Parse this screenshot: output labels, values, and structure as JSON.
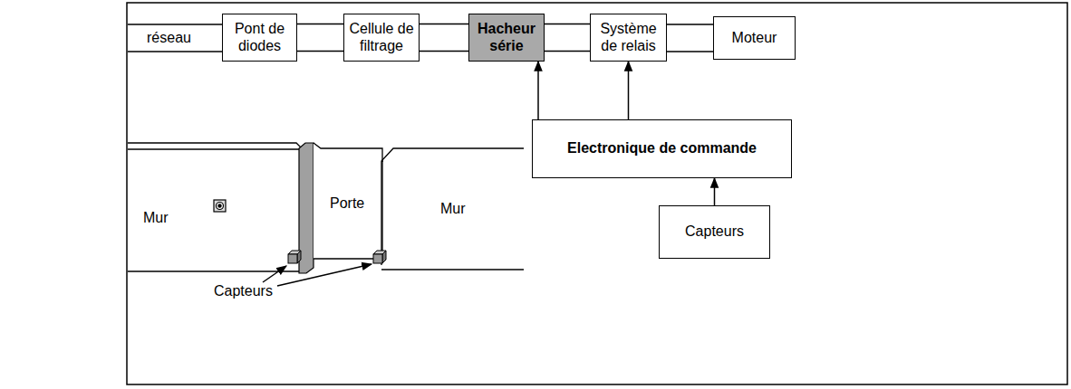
{
  "diagram": {
    "nodes": [
      {
        "text": [
          "Pont de diodes"
        ]
      },
      {
        "text": [
          "Cellule de filtrage"
        ]
      },
      {
        "text": [
          "Hacheur série"
        ]
      },
      {
        "text": [
          "Système de relais"
        ]
      },
      {
        "text": [
          "Moteur"
        ]
      },
      {
        "text": [
          "Electronique de commande"
        ]
      },
      {
        "text": [
          "Capteurs"
        ]
      }
    ],
    "edges": [
      {
        "from": 0,
        "to": 1,
        "arrow": "none"
      },
      {
        "from": 1,
        "to": 2,
        "arrow": "none"
      },
      {
        "from": 2,
        "to": 3,
        "arrow": "none"
      },
      {
        "from": 3,
        "to": 4,
        "arrow": "none"
      },
      {
        "from": 5,
        "to": 2,
        "arrow": "to"
      },
      {
        "from": 5,
        "to": 3,
        "arrow": "to"
      },
      {
        "from": 6,
        "to": 5,
        "arrow": "to"
      }
    ],
    "labels": [
      "réseau",
      "Mur",
      "Porte",
      "Mur",
      "Capteurs"
    ]
  }
}
